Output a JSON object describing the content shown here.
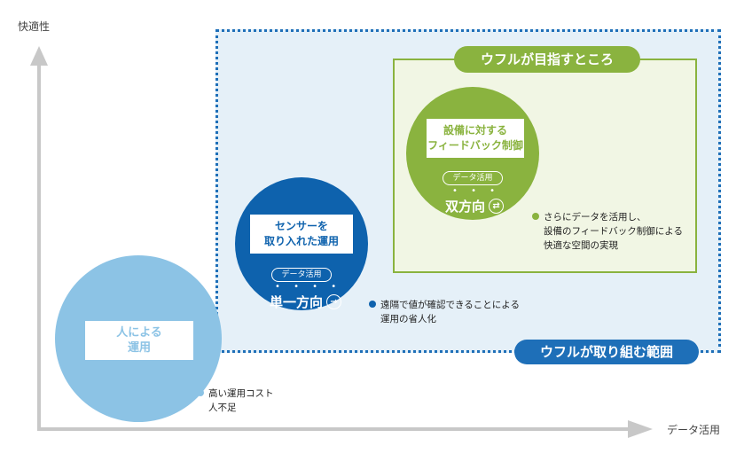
{
  "axes": {
    "y_label": "快適性",
    "x_label": "データ活用"
  },
  "regions": {
    "goal_label": "ウフルが目指すところ",
    "range_label": "ウフルが取り組む範囲"
  },
  "circles": {
    "human": {
      "card_lines": [
        "人による",
        "運用"
      ]
    },
    "sensor": {
      "card_lines": [
        "センサーを",
        "取り入れた運用"
      ],
      "tag": "データ活用",
      "dots": "• • • •",
      "direction": "単一方向",
      "arrow": "→"
    },
    "feedback": {
      "card_lines": [
        "設備に対する",
        "フィードバック制御"
      ],
      "tag": "データ活用",
      "dots": "• • •",
      "direction": "双方向",
      "arrow": "⇄"
    }
  },
  "notes": {
    "human": [
      "高い運用コスト",
      "人不足"
    ],
    "sensor": [
      "遠隔で値が確認できることによる",
      "運用の省人化"
    ],
    "feedback": [
      "さらにデータを活用し、",
      "設備のフィードバック制御による",
      "快適な空間の実現"
    ]
  },
  "colors": {
    "light_blue": "#8cc3e5",
    "blue": "#0e62ad",
    "green": "#8ab33f",
    "region_bg": "#e5f0f8",
    "axis_gray": "#c8c8c8"
  }
}
